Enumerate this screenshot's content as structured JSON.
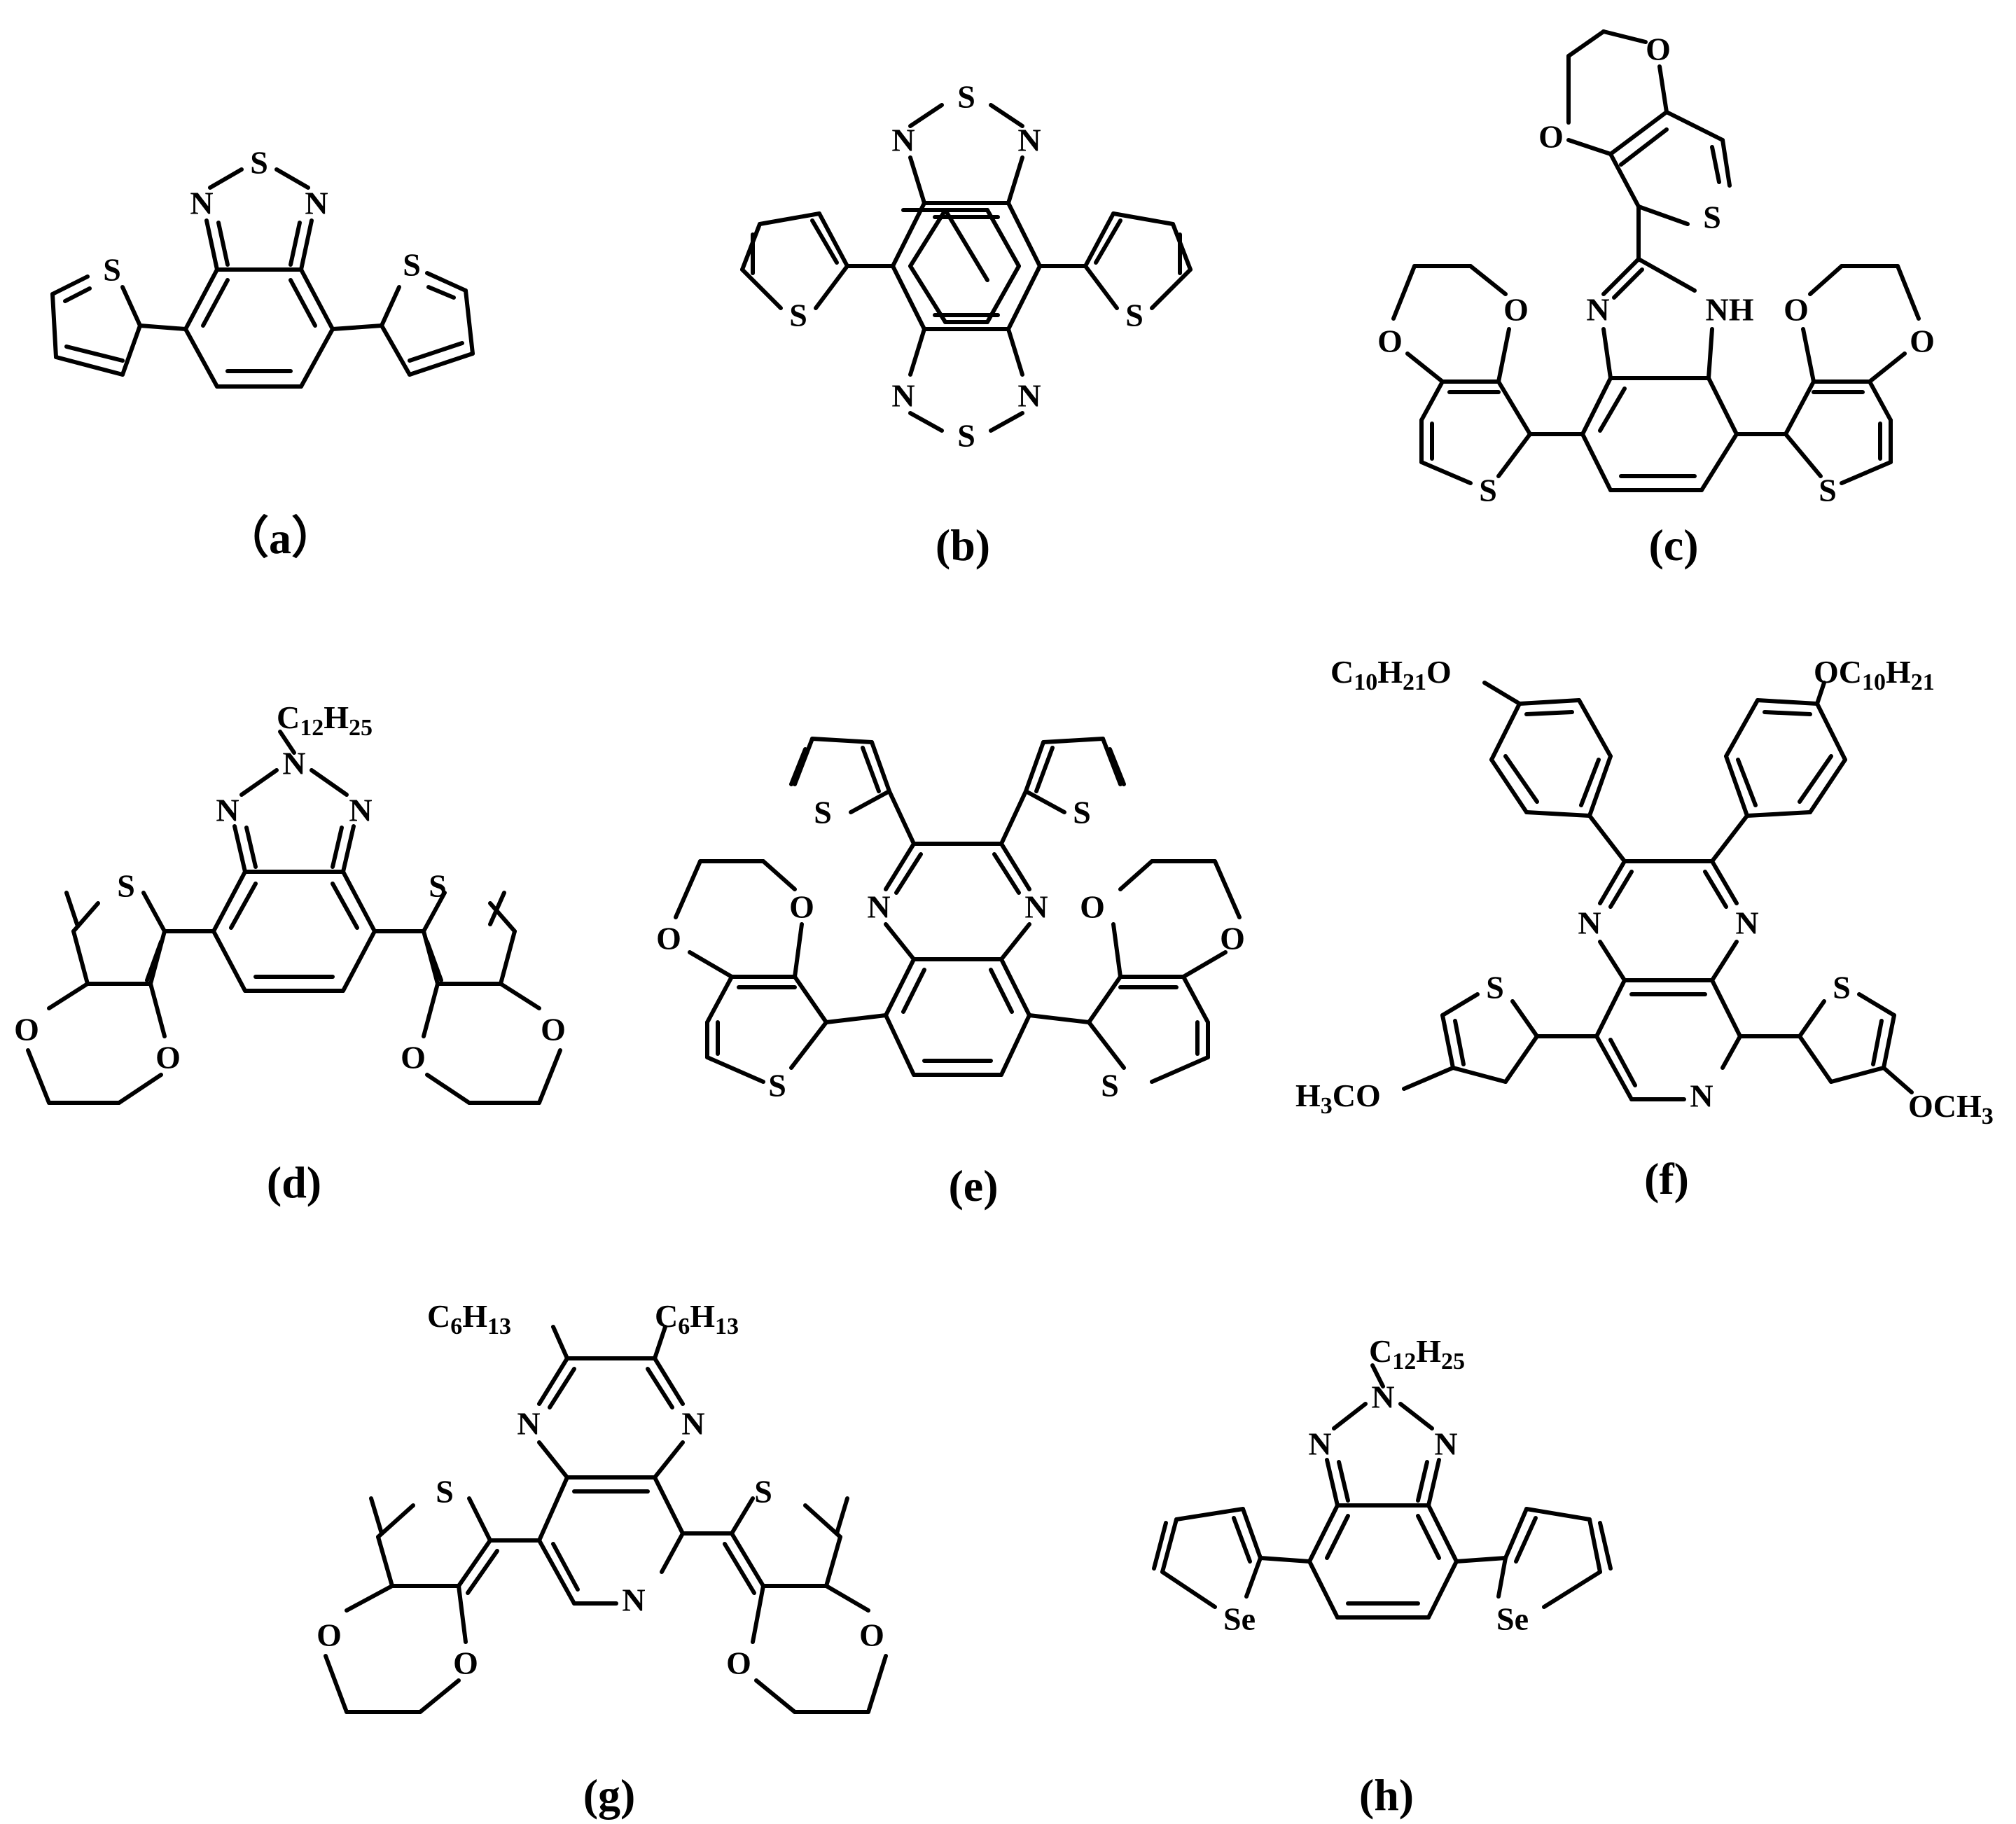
{
  "figure": {
    "structures": [
      {
        "id": "a",
        "caption": "（a）"
      },
      {
        "id": "b",
        "caption": "(b)"
      },
      {
        "id": "c",
        "caption": "(c)"
      },
      {
        "id": "d",
        "caption": "(d)"
      },
      {
        "id": "e",
        "caption": "(e)"
      },
      {
        "id": "f",
        "caption": "(f)"
      },
      {
        "id": "g",
        "caption": "(g)"
      },
      {
        "id": "h",
        "caption": "(h)"
      }
    ],
    "atoms": {
      "S": "S",
      "N": "N",
      "O": "O",
      "Se": "Se",
      "NH": "NH"
    },
    "substituents": {
      "c12h25": {
        "C": "C",
        "n1": "12",
        "H": "H",
        "n2": "25"
      },
      "oc10h21_left": {
        "C": "C",
        "n1": "10",
        "H": "H",
        "n2": "21",
        "O": "O"
      },
      "oc10h21_right": {
        "O": "O",
        "C": "C",
        "n1": "10",
        "H": "H",
        "n2": "21"
      },
      "h3co": {
        "H": "H",
        "n1": "3",
        "rest": "CO"
      },
      "och3": {
        "rest": "OCH",
        "n1": "3"
      },
      "c6h13": {
        "C": "C",
        "n1": "6",
        "H": "H",
        "n2": "13"
      }
    }
  }
}
